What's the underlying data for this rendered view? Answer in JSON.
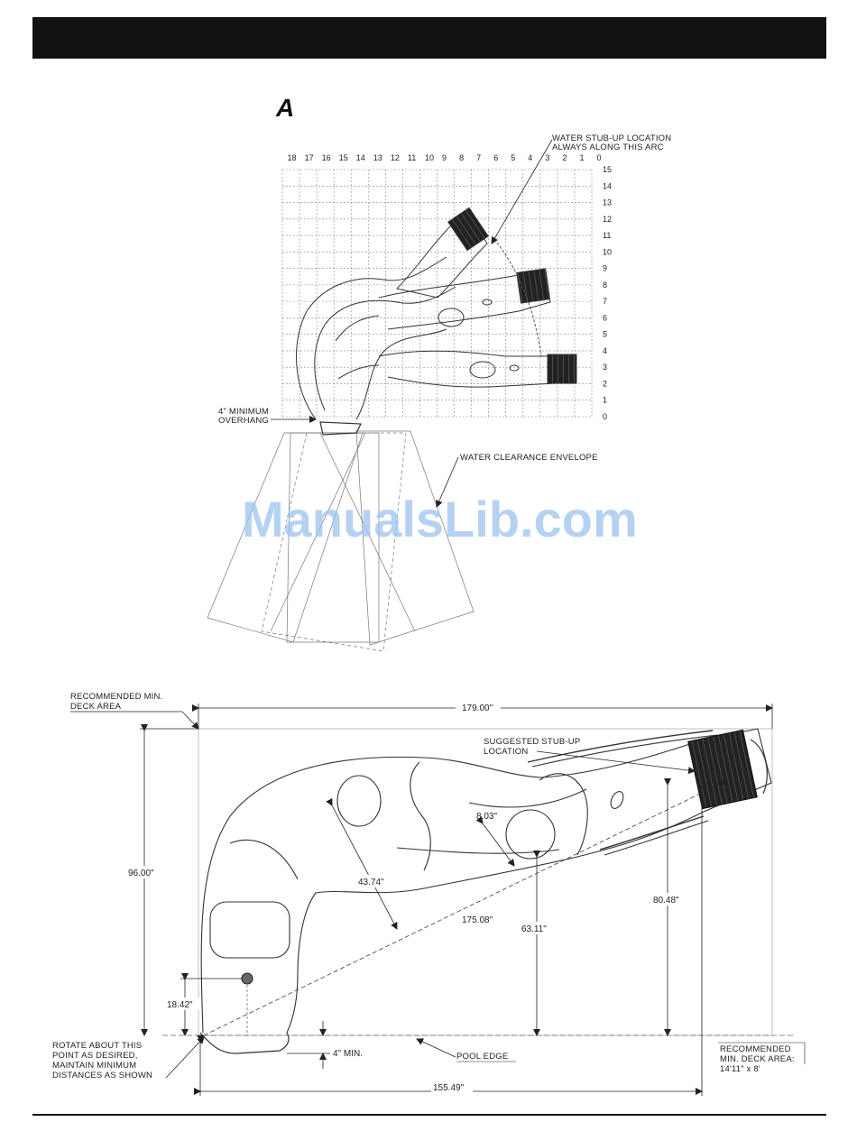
{
  "page": {
    "section_letter": "A"
  },
  "diagram_top": {
    "x_ticks": [
      "18",
      "17",
      "16",
      "15",
      "14",
      "13",
      "12",
      "11",
      "10",
      "9",
      "8",
      "7",
      "6",
      "5",
      "4",
      "3",
      "2",
      "1",
      "0"
    ],
    "y_ticks": [
      "15",
      "14",
      "13",
      "12",
      "11",
      "10",
      "9",
      "8",
      "7",
      "6",
      "5",
      "4",
      "3",
      "2",
      "1",
      "0"
    ],
    "label_stub_up": [
      "WATER STUB-UP LOCATION",
      "ALWAYS ALONG THIS ARC"
    ],
    "label_overhang": [
      "4\" MINIMUM",
      "OVERHANG"
    ],
    "label_clearance": "WATER CLEARANCE ENVELOPE"
  },
  "diagram_bottom": {
    "label_deck_area": [
      "RECOMMENDED MIN.",
      "DECK AREA"
    ],
    "dim_width": "179.00\"",
    "dim_height": "96.00\"",
    "label_suggested_stub": [
      "SUGGESTED STUB-UP",
      "LOCATION"
    ],
    "dim_8_03": "8.03\"",
    "dim_43_74": "43.74\"",
    "dim_175_08": "175.08\"",
    "dim_80_48": "80.48\"",
    "dim_63_11": "63.11\"",
    "dim_18_42": "18.42\"",
    "dim_4_min": "4\" MIN.",
    "label_pool_edge": "POOL EDGE",
    "label_rotate": [
      "ROTATE ABOUT THIS",
      "POINT AS DESIRED,",
      "MAINTAIN MINIMUM",
      "DISTANCES AS SHOWN"
    ],
    "label_rec_area": [
      "RECOMMENDED",
      "MIN. DECK AREA:",
      "14'11\" x 8'"
    ],
    "dim_155_49": "155.49\""
  },
  "watermark": "ManualsLib.com"
}
